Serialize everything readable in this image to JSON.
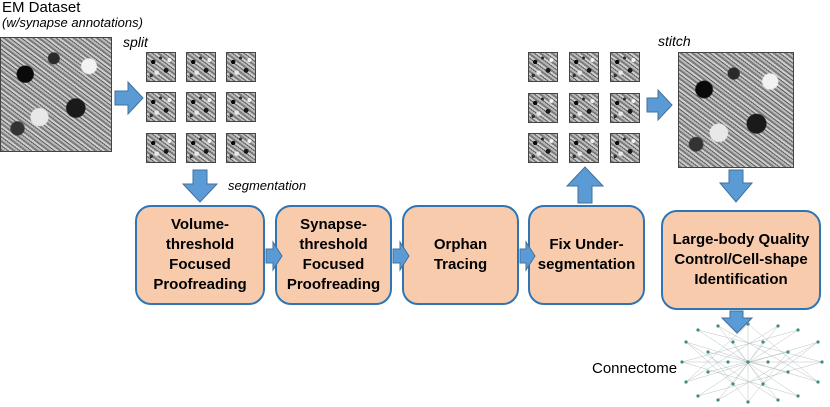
{
  "dataset_title": "EM Dataset",
  "dataset_subtitle": "(w/synapse annotations)",
  "split_label": "split",
  "stitch_label": "stitch",
  "segmentation_label": "segmentation",
  "connectome_label": "Connectome",
  "steps": [
    "Volume-\nthreshold\nFocused\nProofreading",
    "Synapse-\nthreshold\nFocused\nProofreading",
    "Orphan\nTracing",
    "Fix Under-\nsegmentation",
    "Large-body Quality\nControl/Cell-shape\nIdentification"
  ],
  "colors": {
    "box_fill": "#f8cbad",
    "box_border": "#2e75b6",
    "arrow": "#5b9bd5"
  }
}
